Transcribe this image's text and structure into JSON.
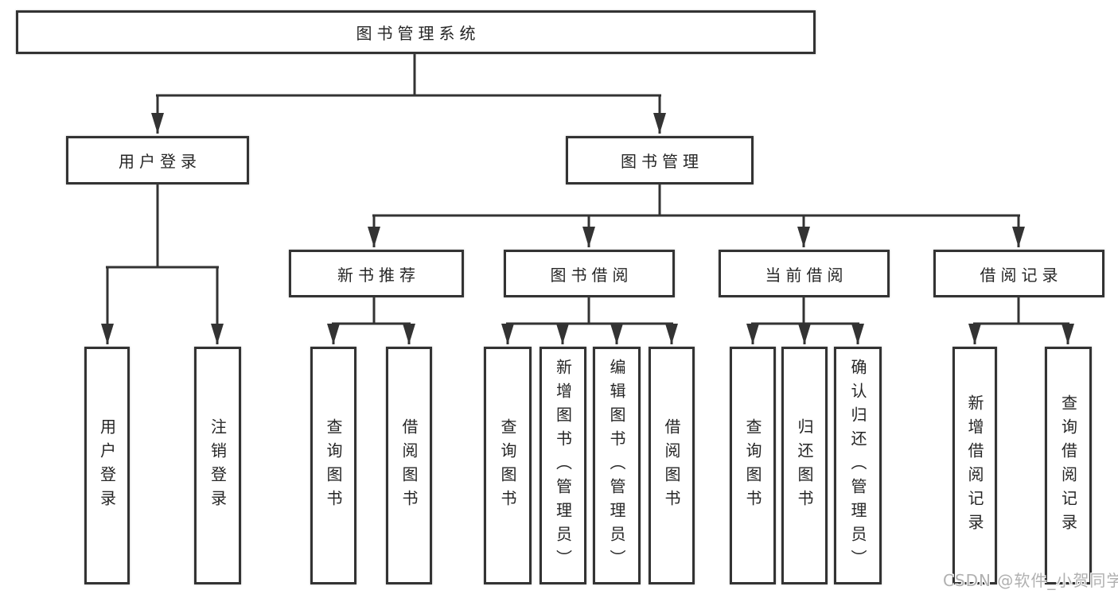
{
  "diagram": {
    "root": {
      "label": "图书管理系统"
    },
    "level2": [
      {
        "id": "user-login",
        "label": "用户登录"
      },
      {
        "id": "book-management",
        "label": "图书管理"
      }
    ],
    "level3": [
      {
        "id": "new-book-recommend",
        "label": "新书推荐"
      },
      {
        "id": "book-borrow",
        "label": "图书借阅"
      },
      {
        "id": "current-borrow",
        "label": "当前借阅"
      },
      {
        "id": "borrow-records",
        "label": "借阅记录"
      }
    ],
    "leaves": {
      "user_login": [
        "用户登录",
        "注销登录"
      ],
      "new_book": [
        "查询图书",
        "借阅图书"
      ],
      "book_borrow": [
        "查询图书",
        "新增图书（管理员）",
        "编辑图书（管理员）",
        "借阅图书"
      ],
      "current_borrow": [
        "查询图书",
        "归还图书",
        "确认归还（管理员）"
      ],
      "borrow_records": [
        "新增借阅记录",
        "查询借阅记录"
      ]
    },
    "watermark": "CSDN @软件_小贺同学",
    "colors": {
      "line": "#333333",
      "text": "#262626",
      "watermark": "#b0b0b0",
      "background": "#ffffff"
    }
  }
}
